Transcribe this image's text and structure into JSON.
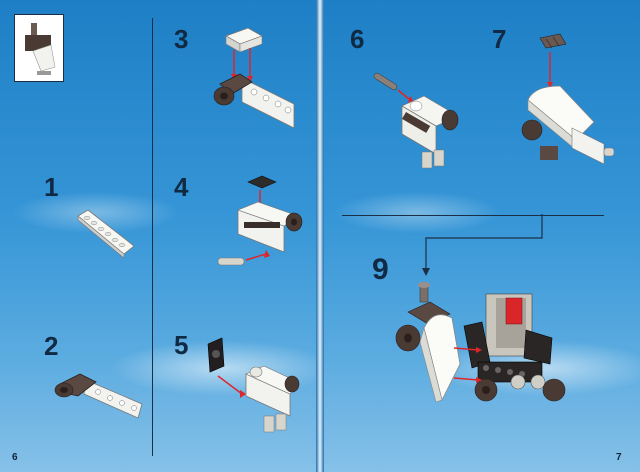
{
  "pages": {
    "left_number": "6",
    "right_number": "7"
  },
  "steps": [
    "1",
    "2",
    "3",
    "4",
    "5",
    "6",
    "7",
    "9"
  ],
  "colors": {
    "sky_top": "#1e7fc6",
    "sky_bottom": "#86c1e8",
    "brick_white": "#f2f2ee",
    "brick_dark": "#4a3a34",
    "brick_black": "#1c1c1c",
    "brick_red": "#d9262b",
    "arrow_red": "#e0252a"
  }
}
